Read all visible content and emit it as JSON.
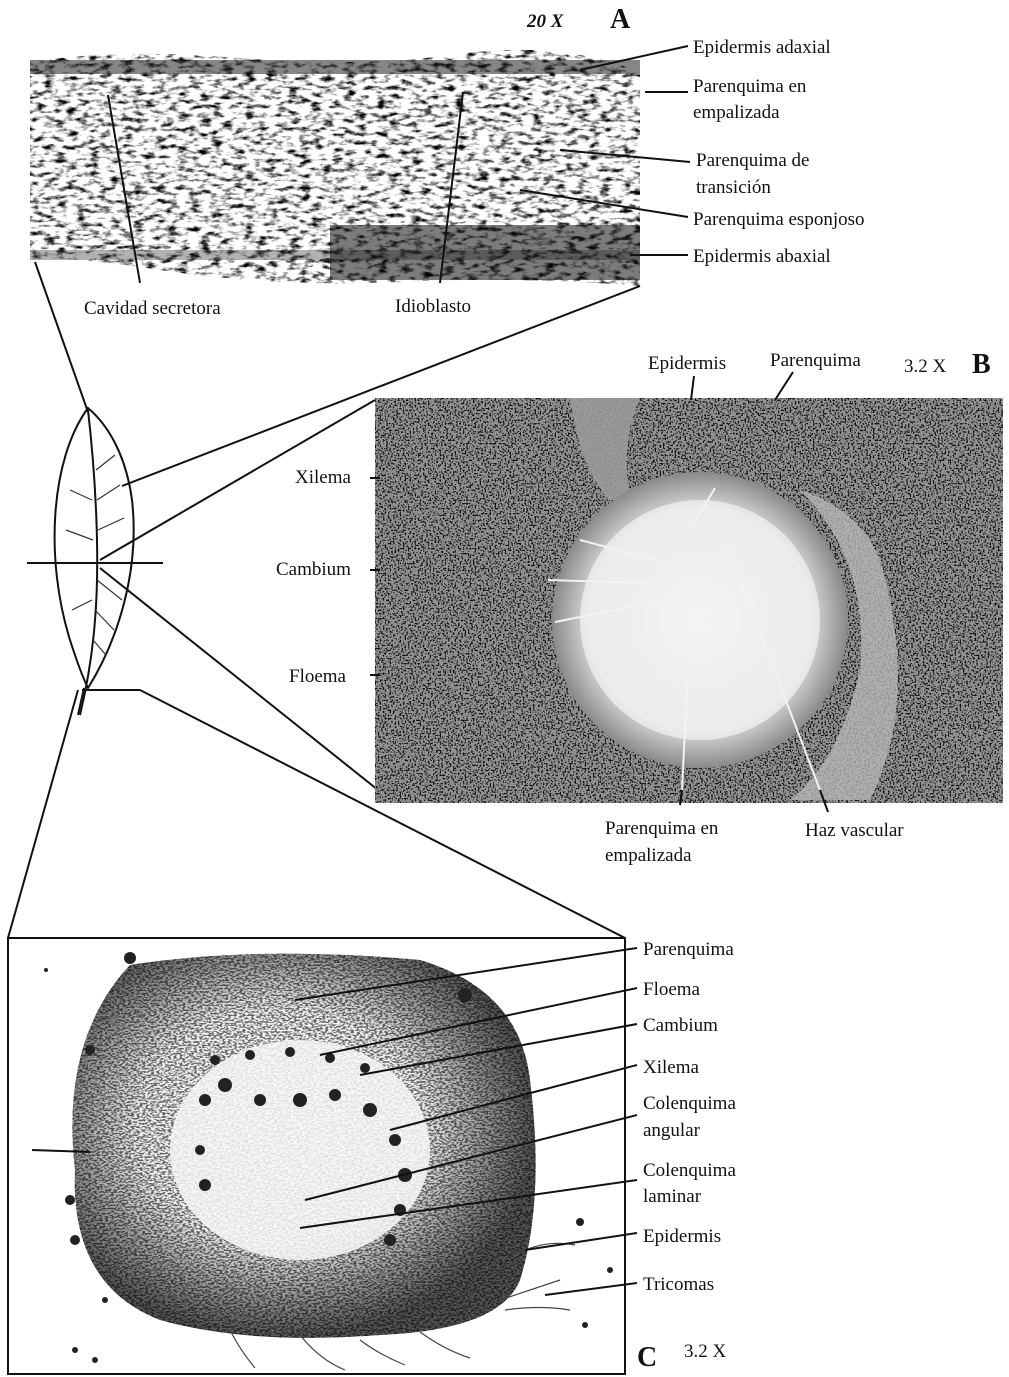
{
  "panels": {
    "a": {
      "letter": "A",
      "magnification": "20 X",
      "labels": {
        "epidermis_adaxial": "Epidermis adaxial",
        "parenquima_empalizada": [
          "Parenquima en",
          "empalizada"
        ],
        "parenquima_transicion": [
          "Parenquima de",
          "transición"
        ],
        "parenquima_esponjoso": "Parenquima esponjoso",
        "epidermis_abaxial": "Epidermis abaxial",
        "cavidad_secretora": "Cavidad secretora",
        "idioblasto": "Idioblasto"
      }
    },
    "b": {
      "letter": "B",
      "magnification": "3.2 X",
      "labels": {
        "epidermis": "Epidermis",
        "parenquima": "Parenquima",
        "xilema": "Xilema",
        "cambium": "Cambium",
        "floema": "Floema",
        "parenquima_empalizada": [
          "Parenquima en",
          "empalizada"
        ],
        "haz_vascular": "Haz vascular"
      }
    },
    "c": {
      "letter": "C",
      "magnification": "3.2 X",
      "labels": {
        "parenquima": "Parenquima",
        "floema": "Floema",
        "cambium": "Cambium",
        "xilema": "Xilema",
        "colenquima_angular": [
          "Colenquima",
          "angular"
        ],
        "colenquima_laminar": [
          "Colenquima",
          "laminar"
        ],
        "epidermis": "Epidermis",
        "tricomas": "Tricomas"
      }
    }
  }
}
